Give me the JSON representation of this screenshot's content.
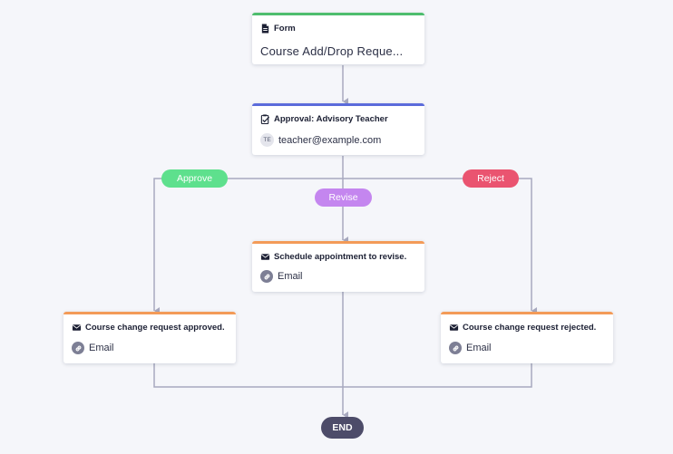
{
  "nodes": {
    "form": {
      "type_label": "Form",
      "title": "Course Add/Drop Reque..."
    },
    "approval": {
      "title": "Approval: Advisory Teacher",
      "assignee_initials": "TE",
      "assignee_email": "teacher@example.com"
    },
    "revise_email": {
      "title": "Schedule appointment to revise.",
      "action": "Email"
    },
    "approved_email": {
      "title": "Course change request approved.",
      "action": "Email"
    },
    "rejected_email": {
      "title": "Course change request rejected.",
      "action": "Email"
    },
    "end": {
      "label": "END"
    }
  },
  "branches": {
    "approve": {
      "label": "Approve",
      "color": "#5ee08d"
    },
    "revise": {
      "label": "Revise",
      "color": "#c486ef"
    },
    "reject": {
      "label": "Reject",
      "color": "#ea5470"
    }
  },
  "colors": {
    "form_accent": "#4ebd6e",
    "approval_accent": "#5b6bdb",
    "email_accent": "#f39b58",
    "connector": "#a8a9bf",
    "end_node": "#4d4c69"
  },
  "icons": {
    "form": "document-icon",
    "approval": "approval-clipboard-icon",
    "email": "envelope-icon",
    "link": "link-icon"
  }
}
